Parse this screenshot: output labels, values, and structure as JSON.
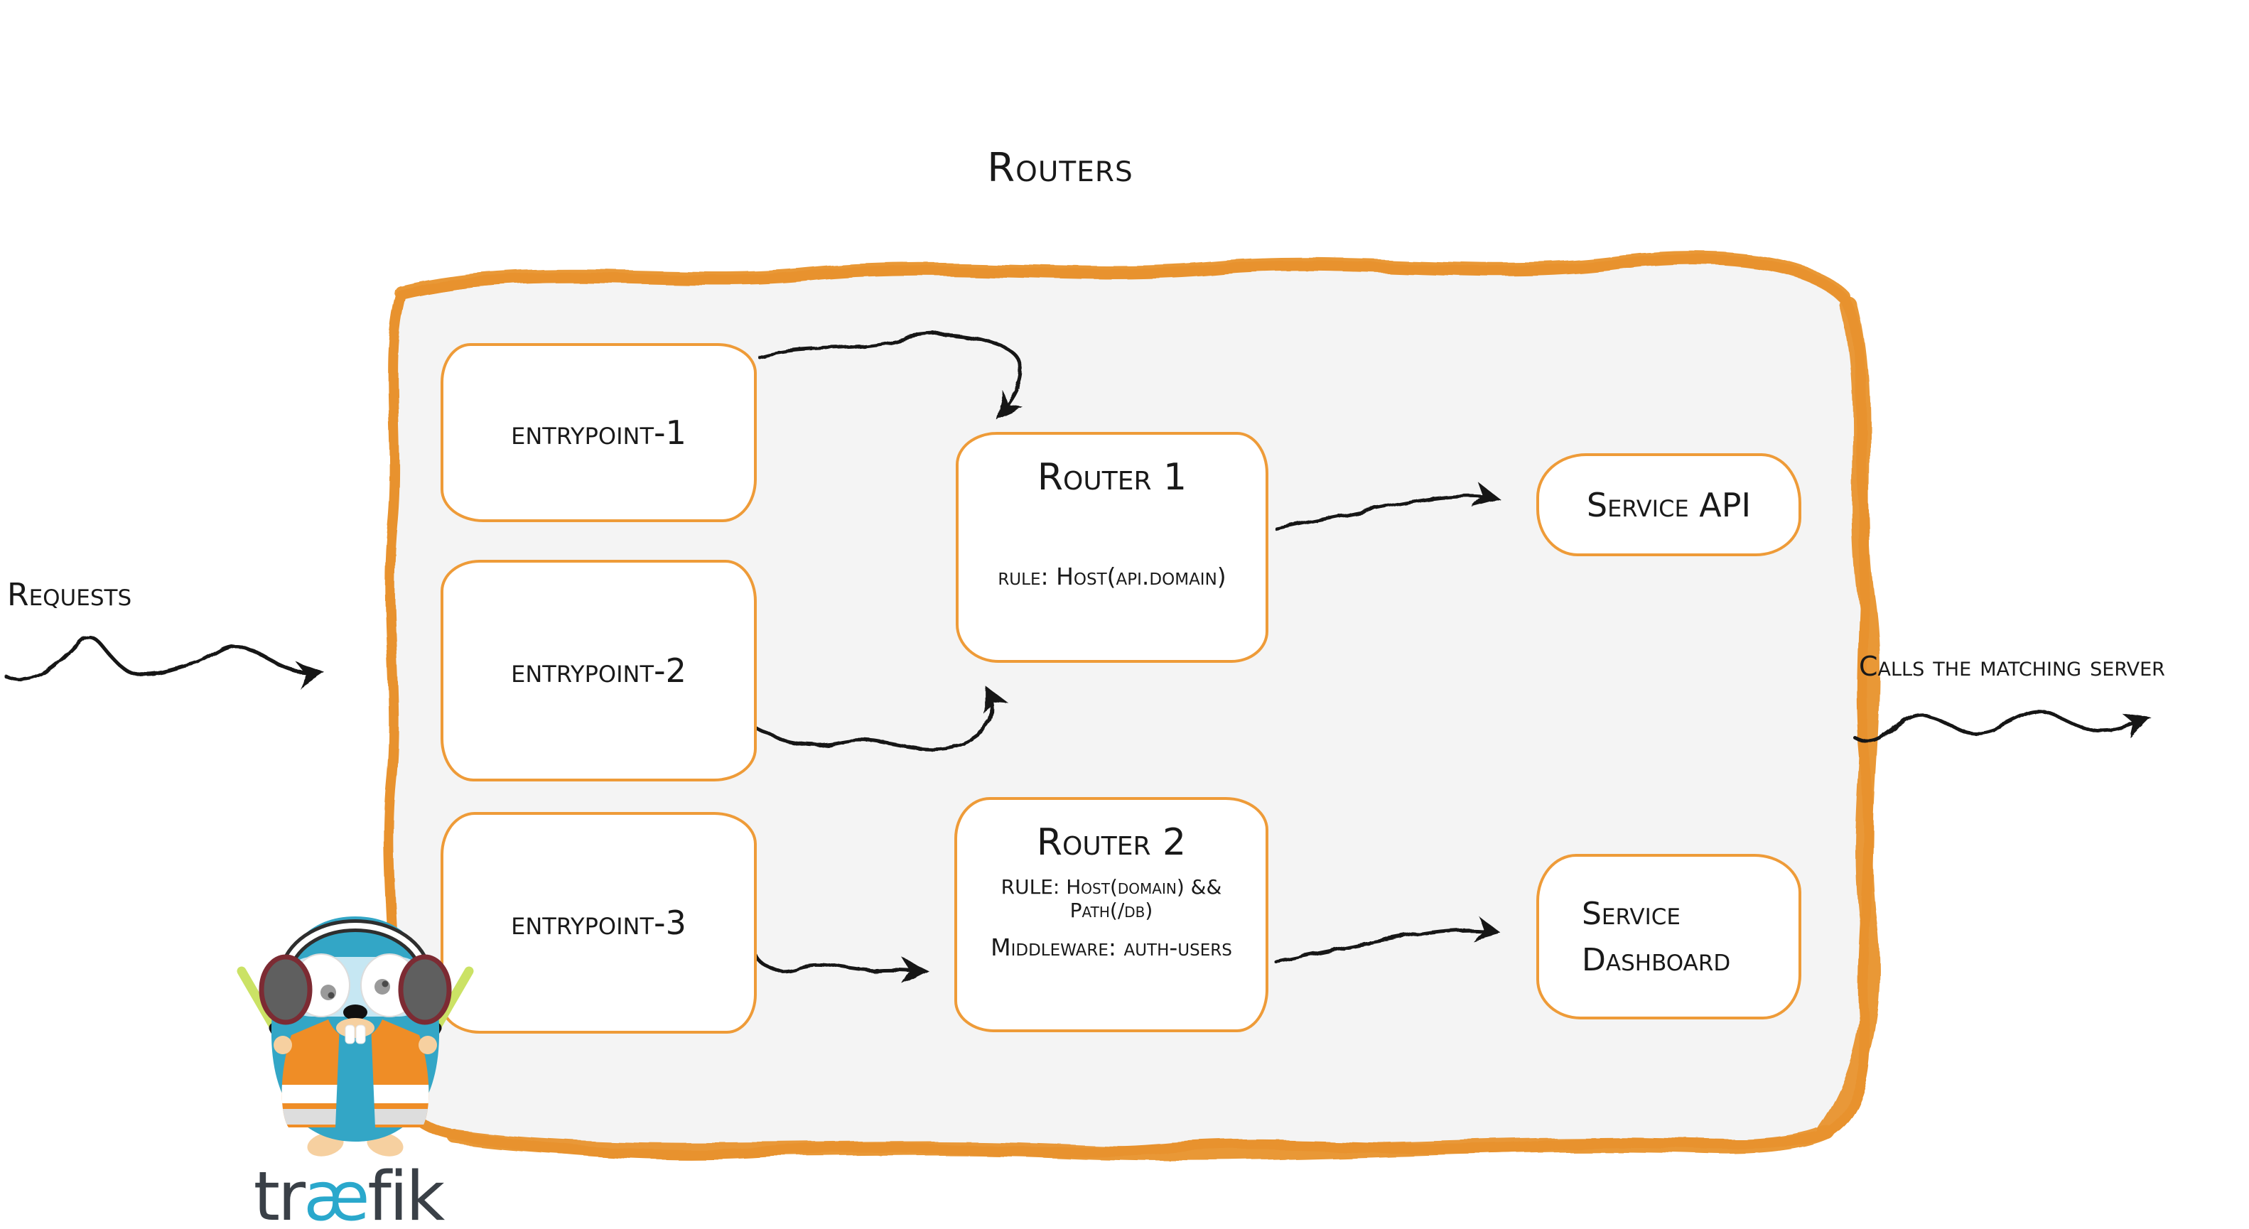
{
  "diagram": {
    "title": "Routers",
    "requests_label": "Requests",
    "output_label": "Calls the matching server",
    "entrypoints": [
      {
        "label": "entrypoint-1"
      },
      {
        "label": "entrypoint-2"
      },
      {
        "label": "entrypoint-3"
      }
    ],
    "routers": [
      {
        "title": "Router 1",
        "rule": "rule: Host(api.domain)"
      },
      {
        "title": "Router 2",
        "rule": "RULE: Host(domain) && Path(/db)",
        "middleware": "Middleware: auth-users"
      }
    ],
    "services": [
      {
        "lines": [
          "Service API"
        ]
      },
      {
        "lines": [
          "Service",
          "Dashboard"
        ]
      }
    ],
    "logo": {
      "part1": "tr",
      "part2": "æ",
      "part3": "fik"
    },
    "colors": {
      "accent_orange": "#e8922d",
      "box_border_orange": "#ee9b38",
      "zone_fill": "#f4f4f4",
      "ink": "#191919",
      "logo_teal": "#2aa8cc",
      "logo_charcoal": "#3a4047",
      "vest_orange": "#ef8d26",
      "wand_green": "#cbe265",
      "body_teal": "#33a6c6",
      "skin_beige": "#f6d0a0"
    }
  }
}
